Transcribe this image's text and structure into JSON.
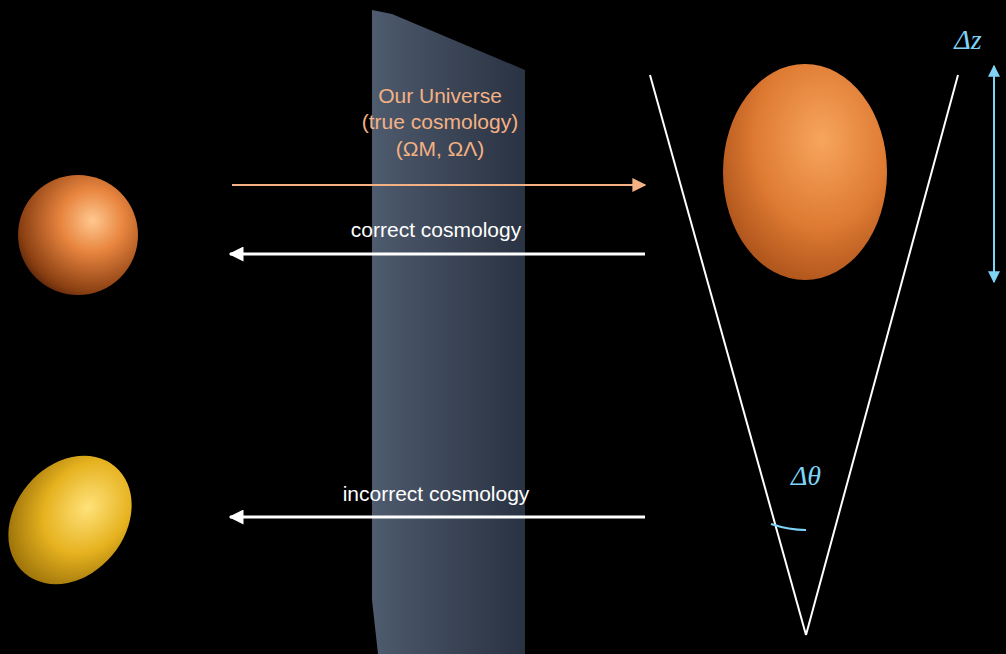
{
  "diagram": {
    "labels": [
      "Our Universe",
      "(true cosmology)",
      "(ΩM, ΩΛ)",
      "correct cosmology",
      "incorrect cosmology",
      "Δz",
      "Δθ"
    ]
  }
}
